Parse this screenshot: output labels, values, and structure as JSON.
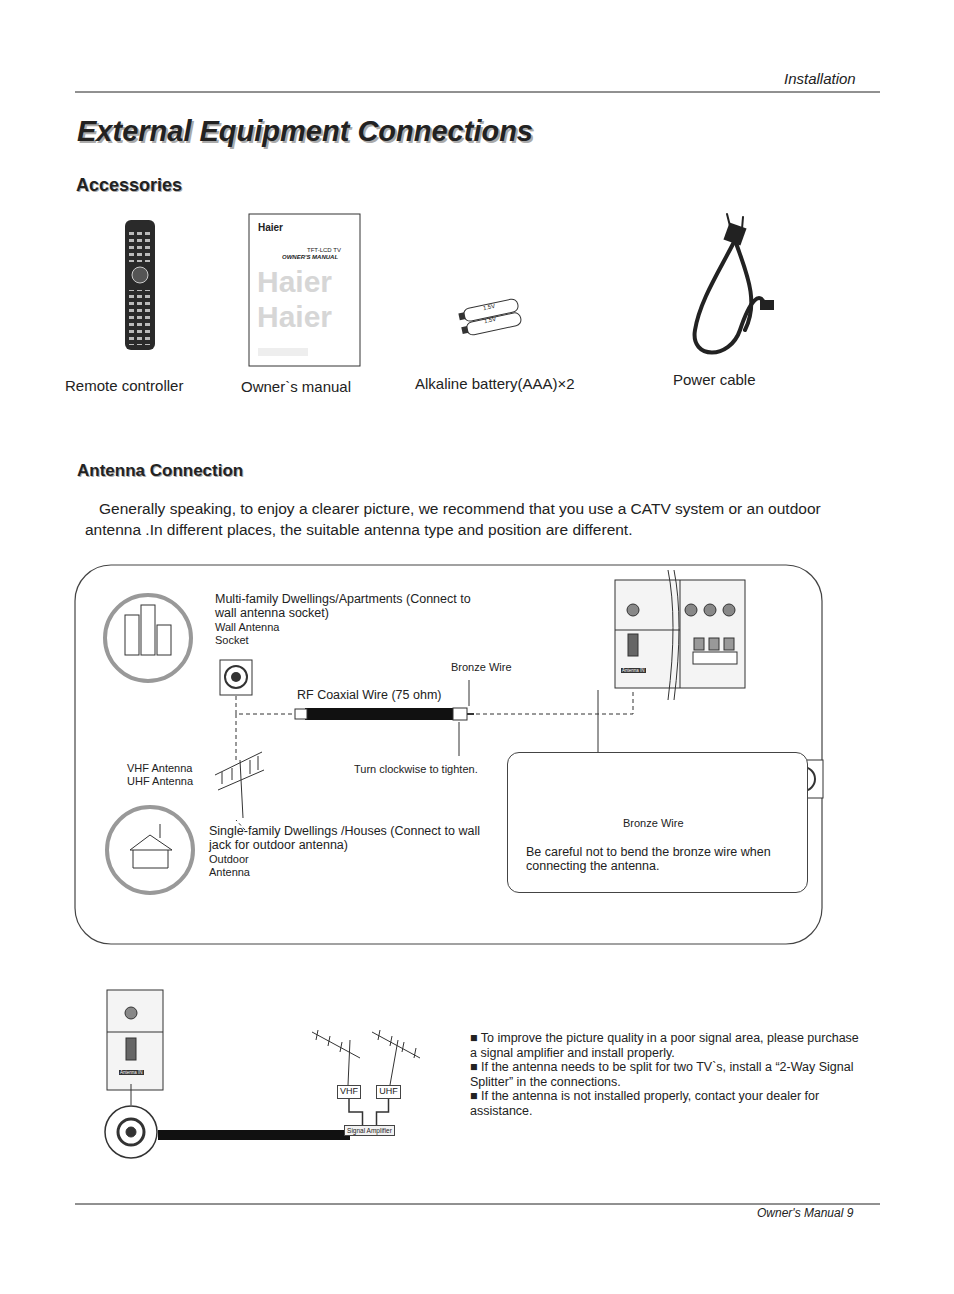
{
  "diagram": {
    "title": "External Equipment Connections",
    "nodes": [
      {
        "text": [
          "Bronze Wire",
          "Be careful not to bend the bronze wire when connecting the antenna."
        ]
      },
      {
        "text": [
          "VHF"
        ]
      },
      {
        "text": [
          "UHF"
        ]
      },
      {
        "text": [
          "Signal Amplifier"
        ]
      }
    ],
    "edges": [
      {
        "from": 1,
        "to": 3,
        "arrow": "none"
      },
      {
        "from": 2,
        "to": 3,
        "arrow": "none"
      }
    ],
    "labels": [
      "Installation",
      "Accessories",
      "Remote controller",
      "Owner`s manual",
      "Alkaline battery(AAA)×2",
      "Power cable",
      "Antenna Connection",
      "Generally speaking, to enjoy a clearer picture, we recommend that you use a CATV system or an outdoor antenna .In different places, the suitable antenna type and position are different.",
      "Multi-family Dwellings/Apartments (Connect to wall antenna socket)",
      "Wall Antenna Socket",
      "Bronze Wire",
      "RF Coaxial Wire (75 ohm)",
      "VHF Antenna UHF Antenna",
      "Turn clockwise to tighten.",
      "Single-family Dwellings /Houses (Connect to wall jack for outdoor antenna)",
      "Outdoor Antenna",
      "■ To improve the picture quality in a poor signal area, please purchase a signal amplifier and install properly.",
      "■ If the antenna needs to be split for two TV`s, install a “2-Way Signal Splitter” in the connections.",
      "■ If the antenna is not installed properly, contact your dealer for assistance.",
      "Owner's Manual 9",
      "Haier",
      "TFT-LCD TV",
      "OWNER'S MANUAL",
      "Haier",
      "Haier",
      "1.5V",
      "1.5V",
      "Antenna IN",
      "Antenna IN"
    ]
  }
}
